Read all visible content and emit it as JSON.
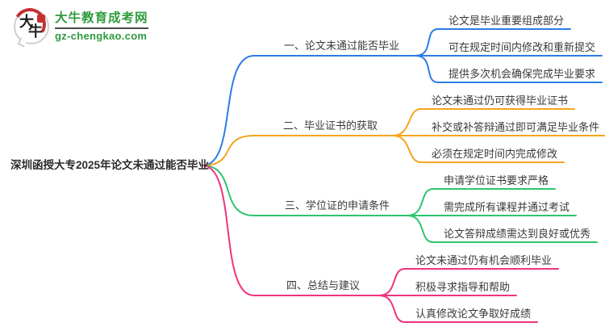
{
  "logo": {
    "icon_char1": "大",
    "icon_char2": "牛",
    "title": "大牛教育成考网",
    "url": "gz-chengkao.com",
    "brand_green": "#2e9b3e",
    "brand_red": "#c53030"
  },
  "root": {
    "label": "深圳函授大专2025年论文未通过能否毕业"
  },
  "text_color": "#3a3a3a",
  "branches": [
    {
      "label": "一、论文未通过能否毕业",
      "color": "#2C7CE5",
      "children": [
        "论文是毕业重要组成部分",
        "可在规定时间内修改和重新提交",
        "提供多次机会确保完成毕业要求"
      ]
    },
    {
      "label": "二、毕业证书的获取",
      "color": "#F5A51D",
      "children": [
        "论文未通过仍可获得毕业证书",
        "补交或补答辩通过即可满足毕业条件",
        "必须在规定时间内完成修改"
      ]
    },
    {
      "label": "三、学位证的申请条件",
      "color": "#2CC56E",
      "children": [
        "申请学位证书要求严格",
        "需完成所有课程并通过考试",
        "论文答辩成绩需达到良好或优秀"
      ]
    },
    {
      "label": "四、总结与建议",
      "color": "#F0337E",
      "children": [
        "论文未通过仍有机会顺利毕业",
        "积极寻求指导和帮助",
        "认真修改论文争取好成绩"
      ]
    }
  ]
}
